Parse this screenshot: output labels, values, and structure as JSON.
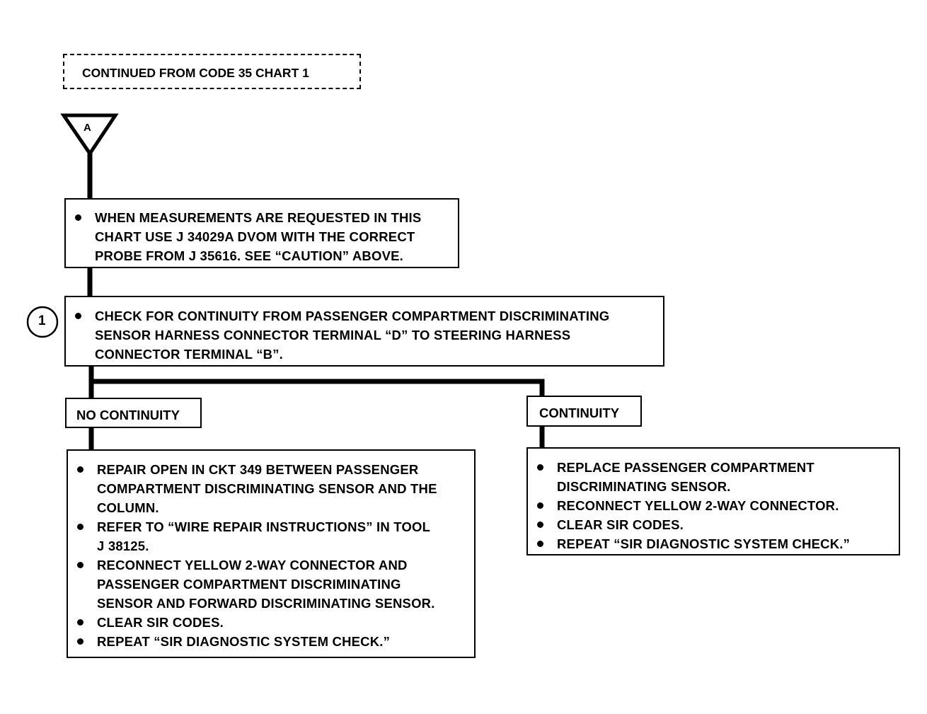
{
  "header": {
    "continued_from": "CONTINUED FROM CODE 35 CHART 1"
  },
  "connector_marker": {
    "letter": "A"
  },
  "step_marker": {
    "number": "1"
  },
  "measure_box": {
    "lines": [
      "WHEN MEASUREMENTS ARE REQUESTED IN THIS",
      "CHART USE J 34029A DVOM WITH THE CORRECT",
      "PROBE FROM J 35616.  SEE “CAUTION” ABOVE."
    ]
  },
  "check_box": {
    "lines": [
      "CHECK FOR CONTINUITY FROM PASSENGER COMPARTMENT DISCRIMINATING",
      "SENSOR HARNESS CONNECTOR TERMINAL “D” TO STEERING HARNESS",
      "CONNECTOR TERMINAL “B”."
    ]
  },
  "branches": {
    "no_continuity": {
      "label": "NO CONTINUITY",
      "items": [
        [
          "REPAIR OPEN IN CKT 349 BETWEEN PASSENGER",
          "COMPARTMENT DISCRIMINATING SENSOR AND THE",
          "COLUMN."
        ],
        [
          "REFER TO “WIRE REPAIR INSTRUCTIONS” IN TOOL",
          "J 38125."
        ],
        [
          "RECONNECT YELLOW 2-WAY CONNECTOR AND",
          "PASSENGER COMPARTMENT DISCRIMINATING",
          "SENSOR AND FORWARD DISCRIMINATING SENSOR."
        ],
        [
          "CLEAR SIR CODES."
        ],
        [
          "REPEAT “SIR DIAGNOSTIC SYSTEM CHECK.”"
        ]
      ]
    },
    "continuity": {
      "label": "CONTINUITY",
      "items": [
        [
          "REPLACE PASSENGER COMPARTMENT",
          "DISCRIMINATING SENSOR."
        ],
        [
          "RECONNECT YELLOW 2-WAY CONNECTOR."
        ],
        [
          "CLEAR SIR CODES."
        ],
        [
          "REPEAT “SIR DIAGNOSTIC SYSTEM CHECK.”"
        ]
      ]
    }
  }
}
